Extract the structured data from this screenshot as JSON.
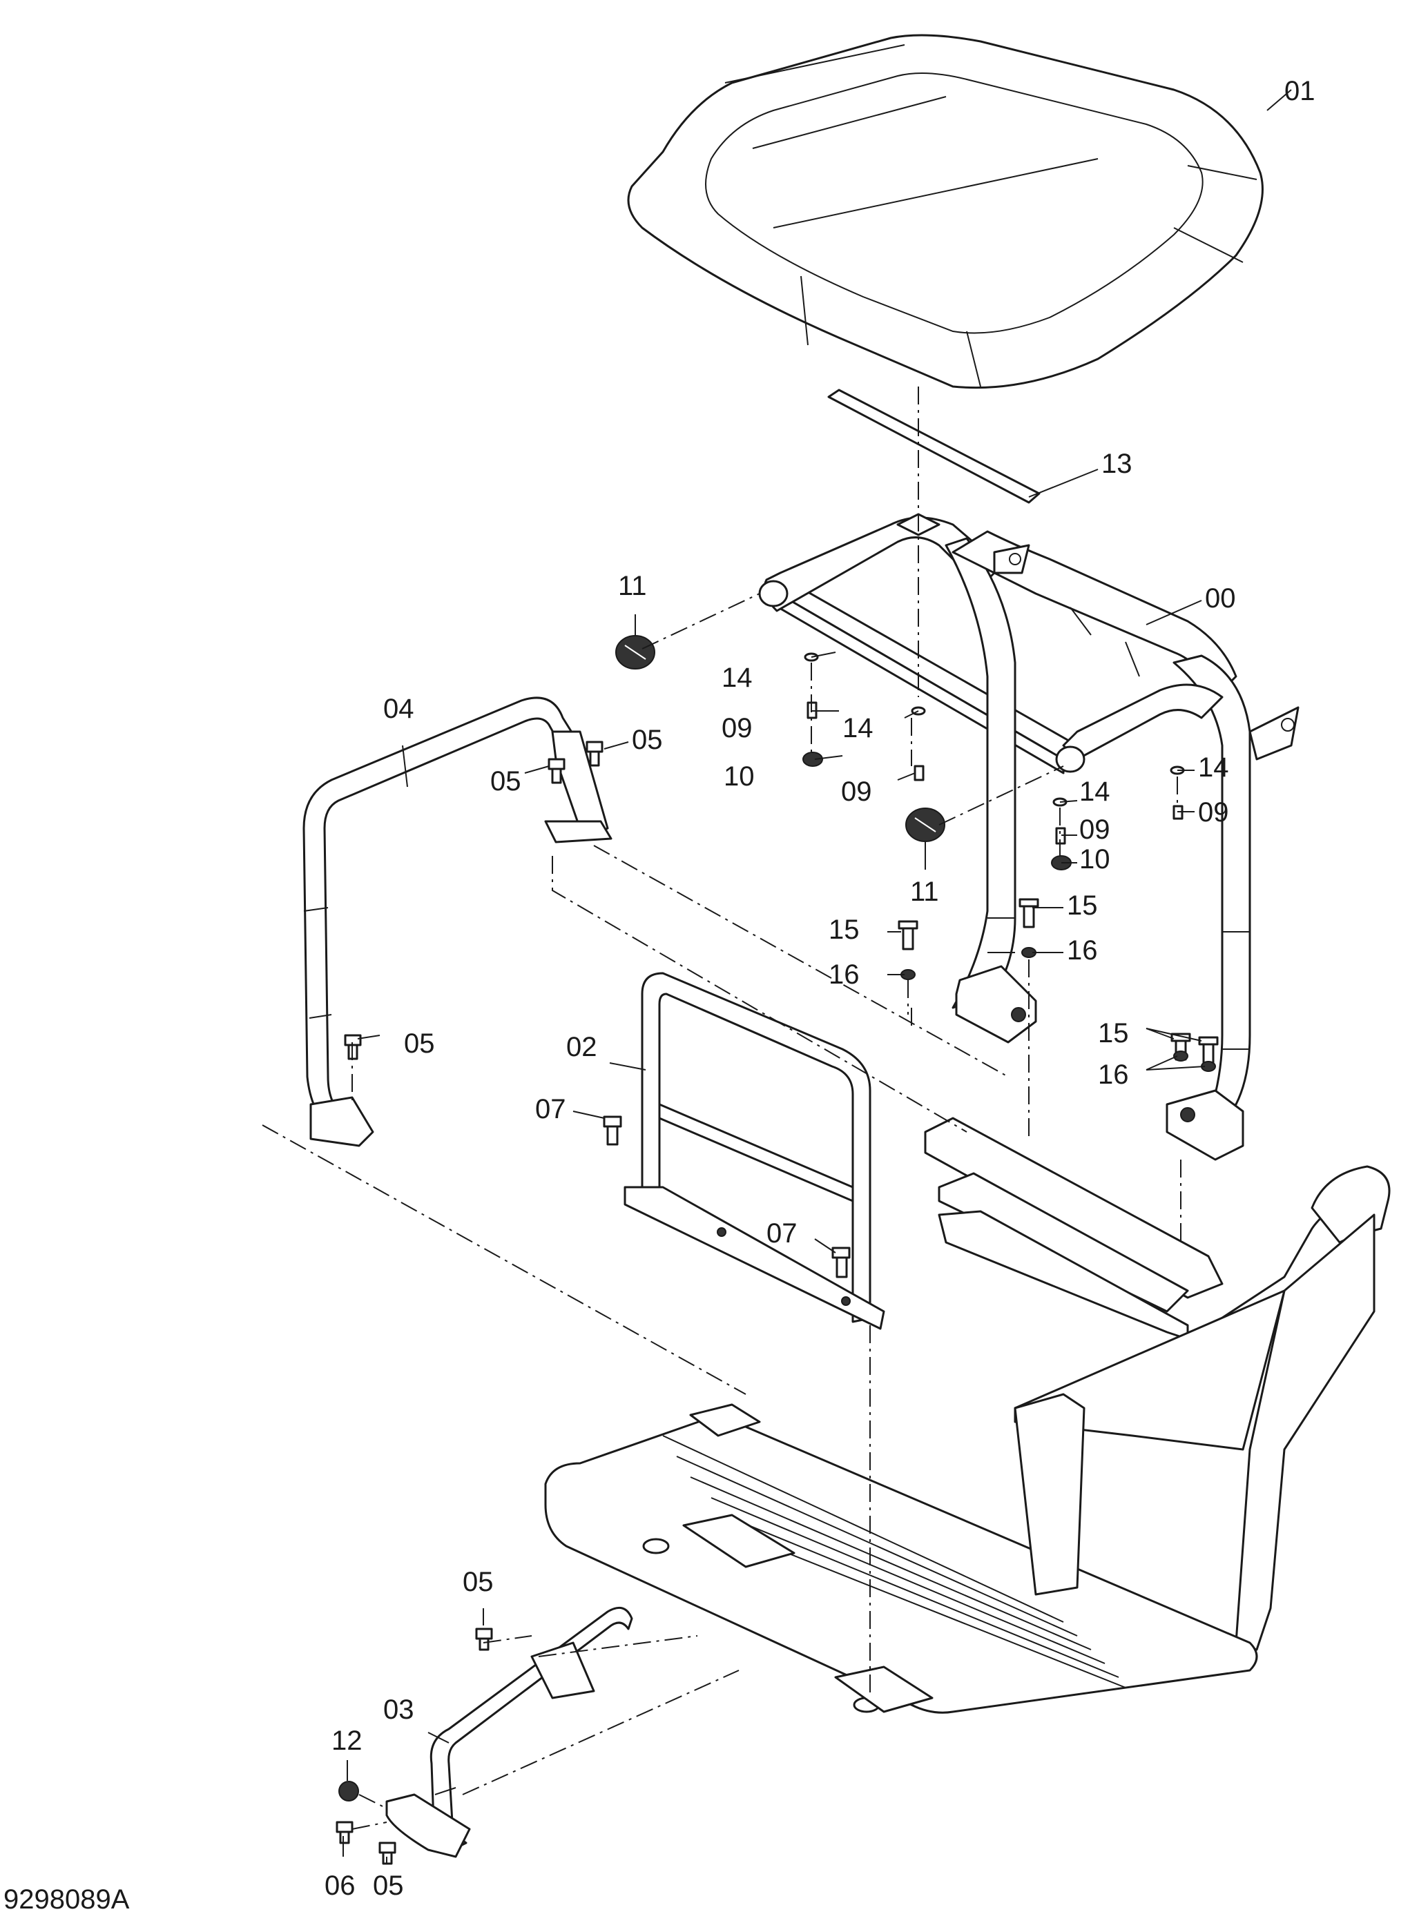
{
  "drawing_id": "9298089A",
  "callouts": [
    {
      "id": "c01",
      "label": "01"
    },
    {
      "id": "c13",
      "label": "13"
    },
    {
      "id": "c00",
      "label": "00"
    },
    {
      "id": "c11a",
      "label": "11"
    },
    {
      "id": "c11b",
      "label": "11"
    },
    {
      "id": "c14a",
      "label": "14"
    },
    {
      "id": "c14b",
      "label": "14"
    },
    {
      "id": "c14c",
      "label": "14"
    },
    {
      "id": "c14d",
      "label": "14"
    },
    {
      "id": "c09a",
      "label": "09"
    },
    {
      "id": "c09b",
      "label": "09"
    },
    {
      "id": "c09c",
      "label": "09"
    },
    {
      "id": "c09d",
      "label": "09"
    },
    {
      "id": "c10a",
      "label": "10"
    },
    {
      "id": "c10b",
      "label": "10"
    },
    {
      "id": "c15a",
      "label": "15"
    },
    {
      "id": "c15b",
      "label": "15"
    },
    {
      "id": "c15c",
      "label": "15"
    },
    {
      "id": "c16a",
      "label": "16"
    },
    {
      "id": "c16b",
      "label": "16"
    },
    {
      "id": "c16c",
      "label": "16"
    },
    {
      "id": "c04",
      "label": "04"
    },
    {
      "id": "c05a",
      "label": "05"
    },
    {
      "id": "c05b",
      "label": "05"
    },
    {
      "id": "c05c",
      "label": "05"
    },
    {
      "id": "c05d",
      "label": "05"
    },
    {
      "id": "c05e",
      "label": "05"
    },
    {
      "id": "c02",
      "label": "02"
    },
    {
      "id": "c07a",
      "label": "07"
    },
    {
      "id": "c07b",
      "label": "07"
    },
    {
      "id": "c03",
      "label": "03"
    },
    {
      "id": "c12",
      "label": "12"
    },
    {
      "id": "c06",
      "label": "06"
    }
  ],
  "colors": {
    "line": "#1a1a1a",
    "background": "#ffffff",
    "shade": "#d9d9d9"
  }
}
